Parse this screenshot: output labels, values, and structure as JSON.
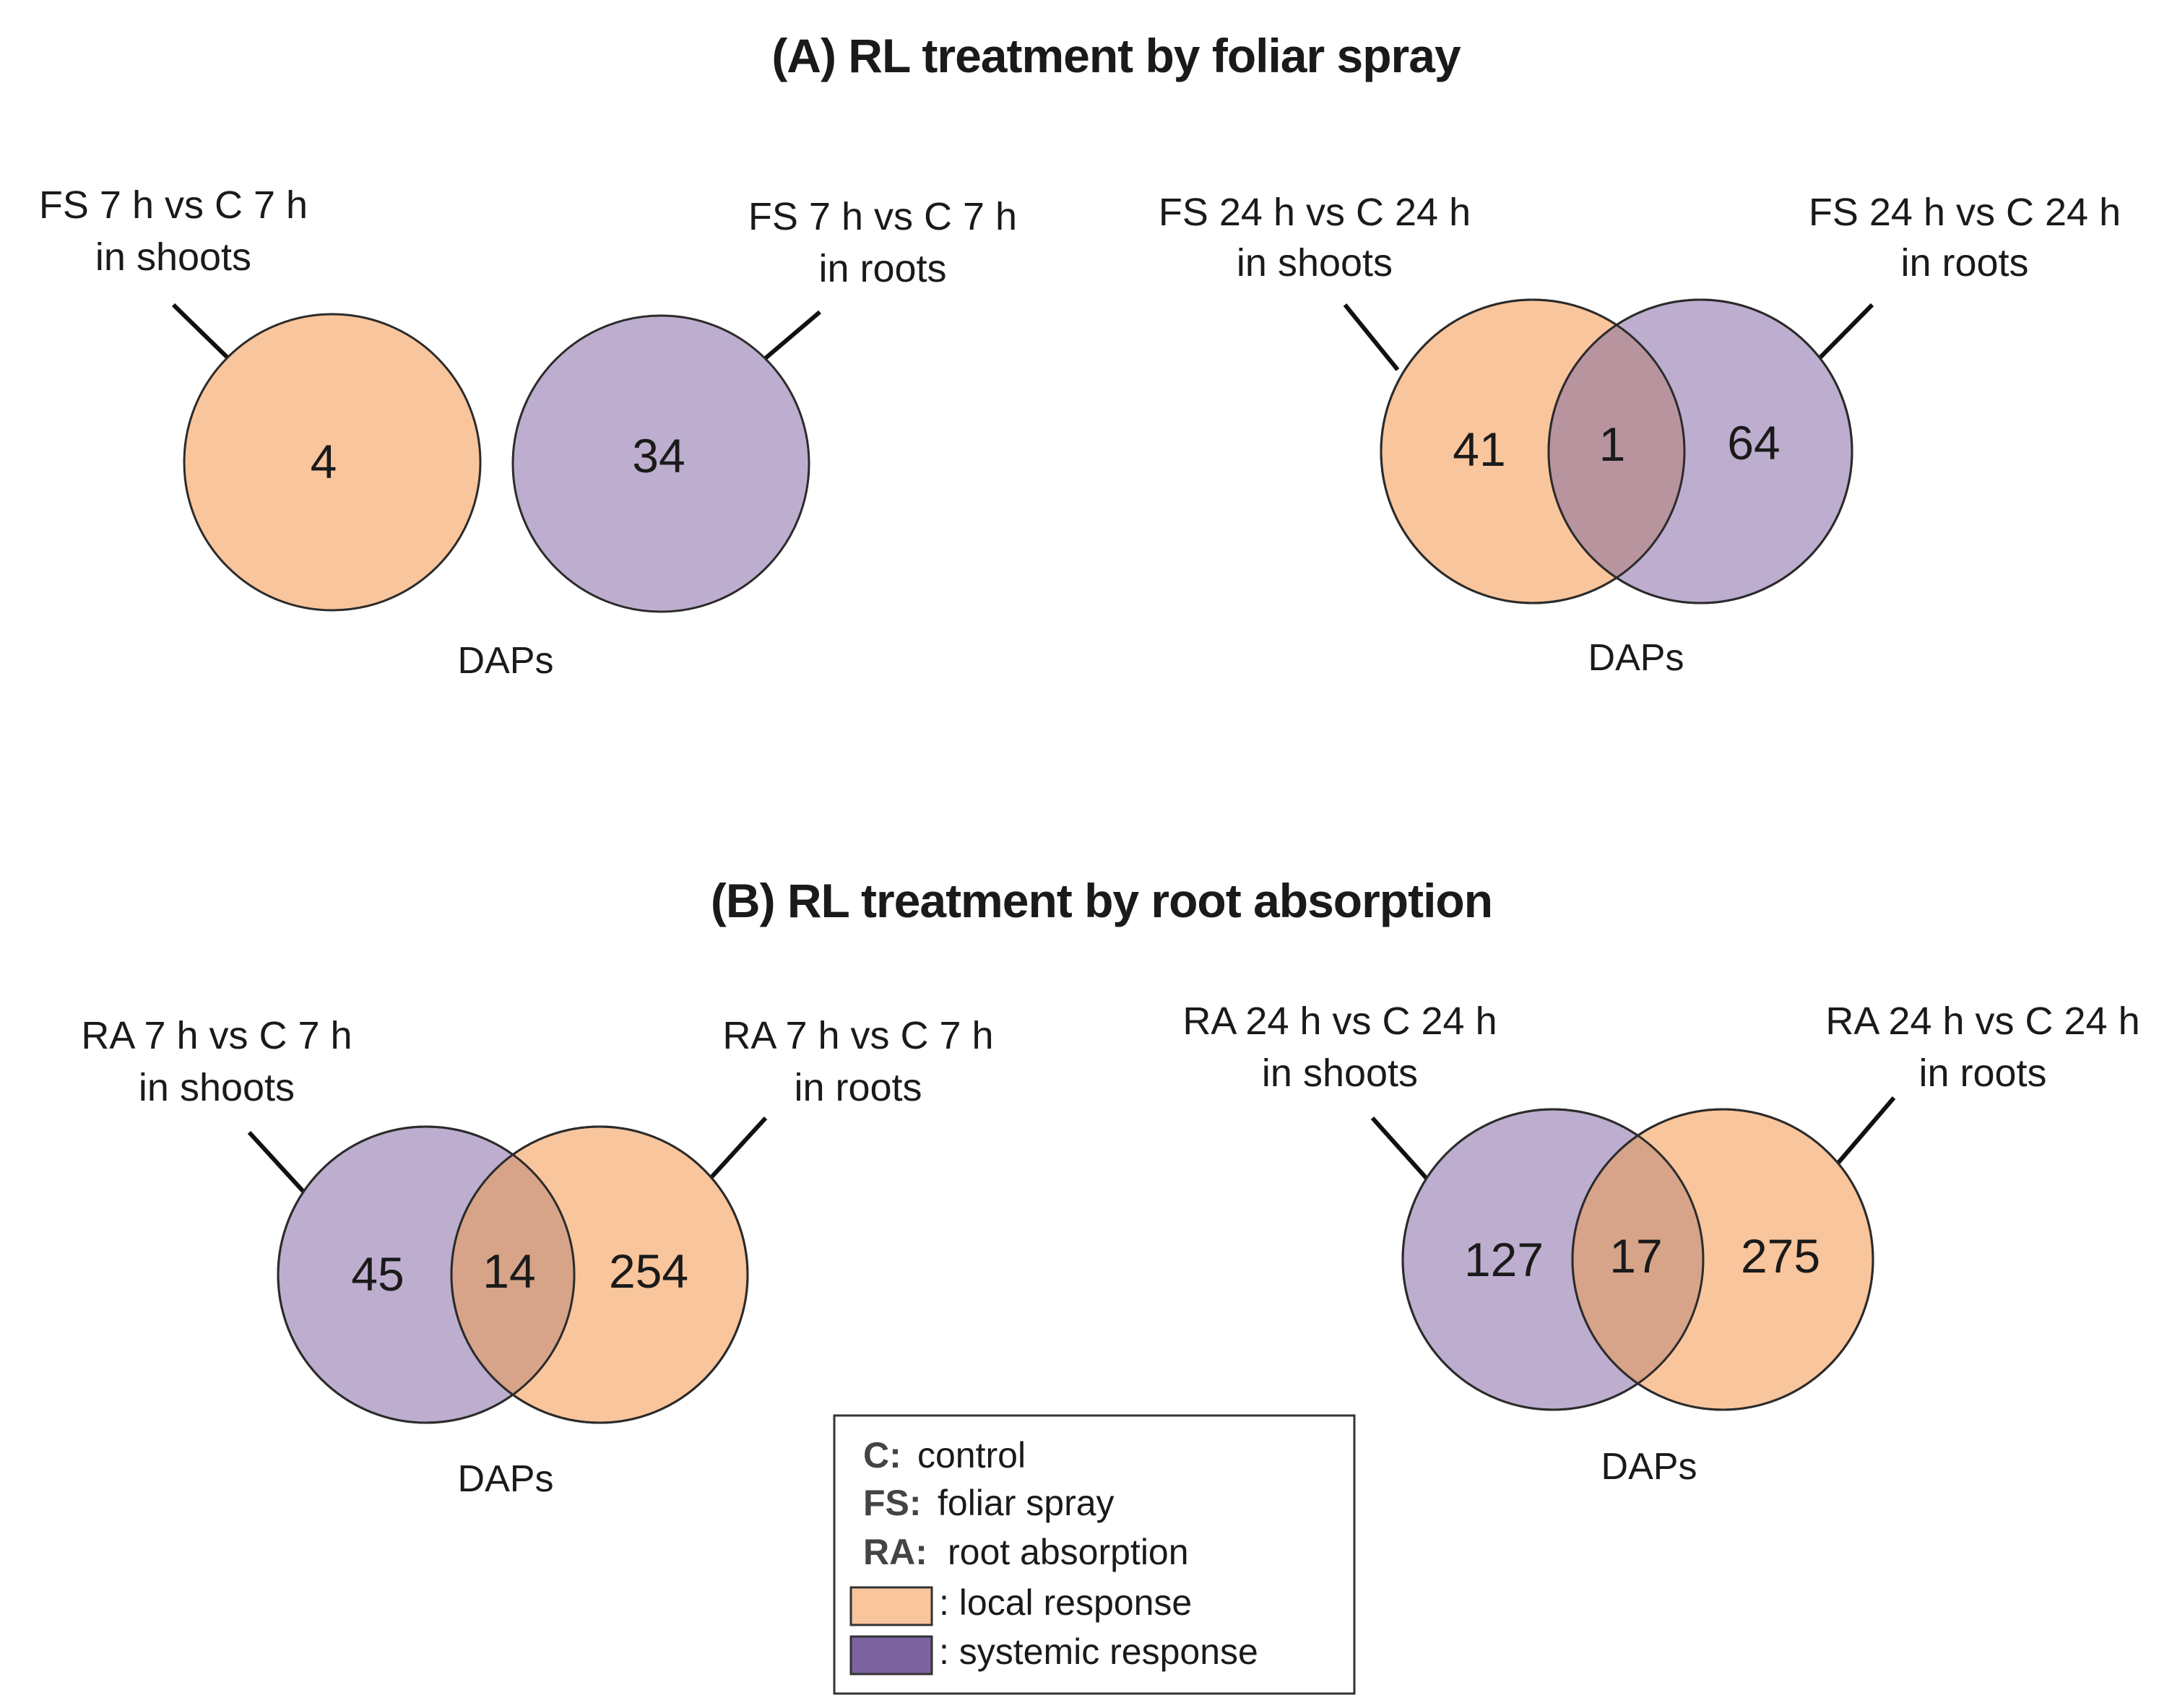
{
  "titles": {
    "a": "(A) RL treatment by foliar spray",
    "b": "(B) RL treatment by root absorption"
  },
  "colors": {
    "local": "#f9c59c",
    "systemic": "#bdaecf",
    "overlap_a24": "#b8949e",
    "overlap_b": "#d7a489",
    "legend_systemic_swatch": "#7d62a0"
  },
  "venns": {
    "a7": {
      "left_label_1": "FS 7 h vs C 7 h",
      "left_label_2": "in shoots",
      "right_label_1": "FS 7 h vs C 7 h",
      "right_label_2": "in roots",
      "left_count": "4",
      "right_count": "34",
      "footer": "DAPs",
      "left_response": "local",
      "right_response": "systemic"
    },
    "a24": {
      "left_label_1": "FS 24 h vs C 24 h",
      "left_label_2": "in shoots",
      "right_label_1": "FS 24 h vs C 24 h",
      "right_label_2": "in roots",
      "left_count": "41",
      "overlap_count": "1",
      "right_count": "64",
      "footer": "DAPs",
      "left_response": "local",
      "right_response": "systemic"
    },
    "b7": {
      "left_label_1": "RA 7 h vs C 7 h",
      "left_label_2": "in shoots",
      "right_label_1": "RA 7 h vs C 7 h",
      "right_label_2": "in roots",
      "left_count": "45",
      "overlap_count": "14",
      "right_count": "254",
      "footer": "DAPs",
      "left_response": "systemic",
      "right_response": "local"
    },
    "b24": {
      "left_label_1": "RA 24 h vs C 24 h",
      "left_label_2": "in shoots",
      "right_label_1": "RA 24 h vs C 24 h",
      "right_label_2": "in roots",
      "left_count": "127",
      "overlap_count": "17",
      "right_count": "275",
      "footer": "DAPs",
      "left_response": "systemic",
      "right_response": "local"
    }
  },
  "legend": {
    "c_key": "C:",
    "c_text": "control",
    "fs_key": "FS:",
    "fs_text": "foliar spray",
    "ra_key": "RA:",
    "ra_text": "root absorption",
    "local_text": ": local response",
    "systemic_text": ": systemic response"
  }
}
